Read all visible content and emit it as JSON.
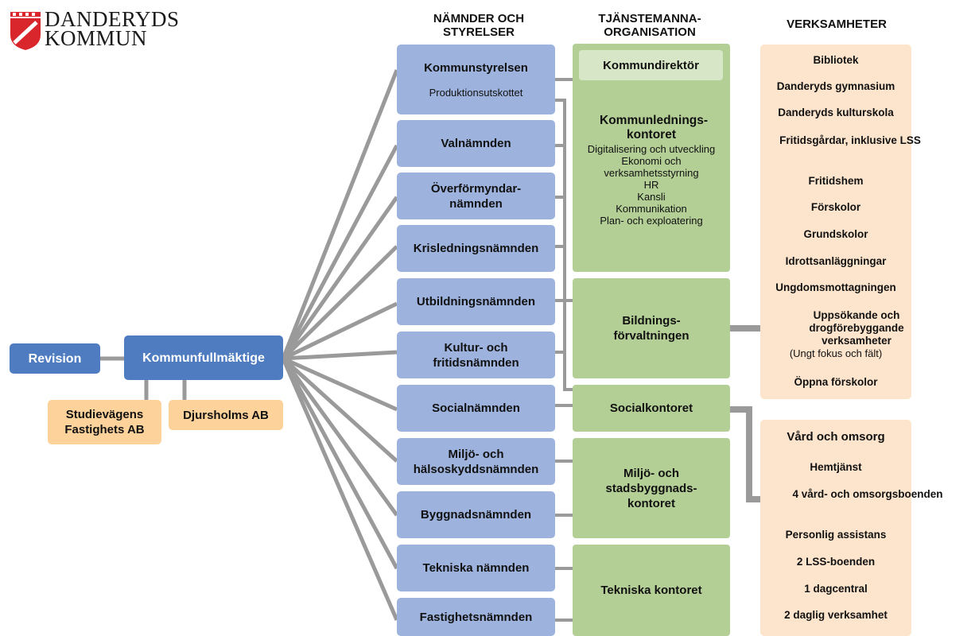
{
  "logo": {
    "line1": "DANDERYDS",
    "line2": "KOMMUN"
  },
  "headers": {
    "namnder": "NÄMNDER OCH STYRELSER",
    "tjansteman": "TJÄNSTEMANNA-ORGANISATION",
    "verksamheter": "VERKSAMHETER"
  },
  "left": {
    "revision": "Revision",
    "kommunfullmaktige": "Kommunfullmäktige",
    "studievagens": "Studievägens Fastighets AB",
    "djursholms": "Djursholms AB"
  },
  "namnder": {
    "kommunstyrelsen": "Kommunstyrelsen",
    "produktionsutskottet": "Produktionsutskottet",
    "valnamnden": "Valnämnden",
    "overformyndar": "Överförmyndar-nämnden",
    "krisledning": "Krisledningsnämnden",
    "utbildning": "Utbildningsnämnden",
    "kultur": "Kultur- och fritidsnämnden",
    "social": "Socialnämnden",
    "miljo": "Miljö- och hälsoskyddsnämnden",
    "byggnad": "Byggnadsnämnden",
    "tekniska": "Tekniska nämnden",
    "fastighet": "Fastighetsnämnden"
  },
  "org": {
    "kommundirektor": "Kommundirektör",
    "kommunledning_title": "Kommunlednings-kontoret",
    "kommunledning_units": [
      "Digitalisering och utveckling",
      "Ekonomi och verksamhetsstyrning",
      "HR",
      "Kansli",
      "Kommunikation",
      "Plan- och exploatering"
    ],
    "bildning": "Bildnings-förvaltningen",
    "socialkontoret": "Socialkontoret",
    "miljo_stads": "Miljö- och stadsbyggnads-kontoret",
    "tekniska_kontoret": "Tekniska kontoret"
  },
  "verksamheter": {
    "group1": [
      "Bibliotek",
      "Danderyds gymnasium",
      "Danderyds kulturskola",
      "Fritidsgårdar, inklusive LSS",
      "Fritidshem",
      "Förskolor",
      "Grundskolor",
      "Idrottsanläggningar",
      "Ungdomsmottagningen",
      "Uppsökande och drogförebyggande verksamheter",
      "(Ungt fokus och fält)",
      "Öppna förskolor"
    ],
    "group2_title": "Vård och omsorg",
    "group2": [
      "Hemtjänst",
      "4 vård- och omsorgsboenden",
      "Personlig assistans",
      "2 LSS-boenden",
      "1 dagcentral",
      "2 daglig verksamhet"
    ]
  },
  "colors": {
    "blue_dark": "#4f7cc0",
    "blue_light": "#9db3de",
    "green": "#b3cf96",
    "green_inner": "#d8e6c8",
    "orange": "#fdd29b",
    "peach": "#fde4cc",
    "connector": "#9a9a9a",
    "logo_red": "#d9262c"
  }
}
